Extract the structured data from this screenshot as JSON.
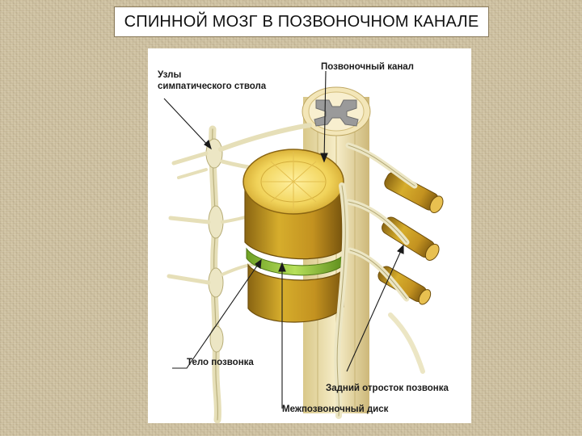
{
  "slide": {
    "title": "СПИННОЙ МОЗГ В ПОЗВОНОЧНОМ КАНАЛЕ"
  },
  "diagram": {
    "labels": {
      "ganglia_line1": "Узлы",
      "ganglia_line2": "симпатического ствола",
      "spinal_canal": "Позвоночный канал",
      "vertebral_body": "Тело позвонка",
      "spinous_process": "Задний отросток позвонка",
      "intervertebral_disc": "Межпозвоночный диск"
    },
    "colors": {
      "bone": "#c9a227",
      "bone_dark": "#8a6a12",
      "disc": "#8fc23a",
      "nerve": "#ece6c4",
      "cord": "#efe3b6"
    }
  }
}
